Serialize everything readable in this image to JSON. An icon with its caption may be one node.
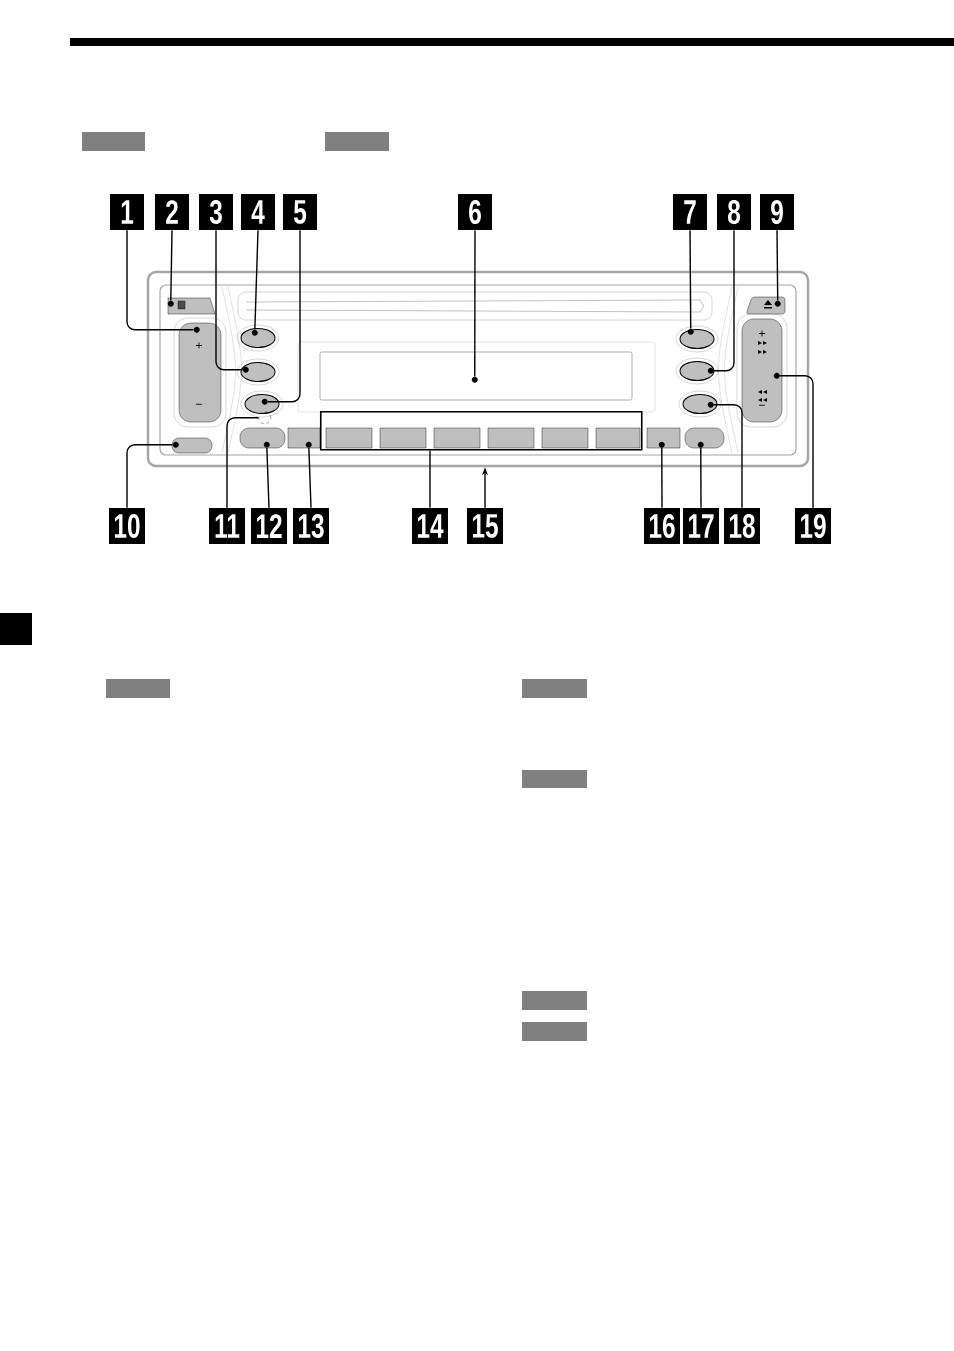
{
  "diagram": {
    "nodes": [
      {
        "text": [
          "1"
        ]
      },
      {
        "text": [
          "2"
        ]
      },
      {
        "text": [
          "3"
        ]
      },
      {
        "text": [
          "4"
        ]
      },
      {
        "text": [
          "5"
        ]
      },
      {
        "text": [
          "6"
        ]
      },
      {
        "text": [
          "7"
        ]
      },
      {
        "text": [
          "8"
        ]
      },
      {
        "text": [
          "9"
        ]
      },
      {
        "text": [
          "10"
        ]
      },
      {
        "text": [
          "11"
        ]
      },
      {
        "text": [
          "12"
        ]
      },
      {
        "text": [
          "13"
        ]
      },
      {
        "text": [
          "14"
        ]
      },
      {
        "text": [
          "15"
        ]
      },
      {
        "text": [
          "16"
        ]
      },
      {
        "text": [
          "17"
        ]
      },
      {
        "text": [
          "18"
        ]
      },
      {
        "text": [
          "19"
        ]
      },
      {
        "text": [],
        "shape": "box"
      },
      {
        "text": [],
        "shape": "circle",
        "in": 19
      },
      {
        "text": [],
        "shape": "circle",
        "in": 19
      },
      {
        "text": [],
        "shape": "circle",
        "in": 19
      },
      {
        "text": [],
        "shape": "circle",
        "in": 19
      },
      {
        "text": [],
        "shape": "circle",
        "in": 19
      },
      {
        "text": [],
        "shape": "circle",
        "in": 19
      },
      {
        "text": [],
        "shape": "circle",
        "in": 19
      },
      {
        "text": [],
        "shape": "circle",
        "in": 19
      },
      {
        "text": [],
        "shape": "circle",
        "in": 19
      },
      {
        "text": [],
        "shape": "circle",
        "in": 19
      },
      {
        "text": [],
        "shape": "circle",
        "in": 19
      },
      {
        "text": [],
        "shape": "circle",
        "in": 19
      },
      {
        "text": [],
        "shape": "circle",
        "in": 19
      },
      {
        "text": [],
        "shape": "box",
        "in": 19
      },
      {
        "text": [],
        "shape": "circle",
        "in": 19
      },
      {
        "text": [],
        "shape": "circle",
        "in": 19
      },
      {
        "text": [],
        "shape": "circle",
        "in": 19
      },
      {
        "text": [],
        "shape": "circle",
        "in": 19
      },
      {
        "text": [],
        "shape": "box"
      }
    ],
    "edges": [
      {
        "from": 0,
        "to": 20,
        "arrow": "none"
      },
      {
        "from": 1,
        "to": 21,
        "arrow": "none"
      },
      {
        "from": 2,
        "to": 22,
        "arrow": "none"
      },
      {
        "from": 3,
        "to": 23,
        "arrow": "none"
      },
      {
        "from": 4,
        "to": 24,
        "arrow": "none"
      },
      {
        "from": 5,
        "to": 25,
        "arrow": "none"
      },
      {
        "from": 6,
        "to": 26,
        "arrow": "none"
      },
      {
        "from": 7,
        "to": 27,
        "arrow": "none"
      },
      {
        "from": 8,
        "to": 28,
        "arrow": "none"
      },
      {
        "from": 9,
        "to": 29,
        "arrow": "none"
      },
      {
        "from": 10,
        "to": 30,
        "arrow": "none"
      },
      {
        "from": 11,
        "to": 31,
        "arrow": "none"
      },
      {
        "from": 12,
        "to": 32,
        "arrow": "none"
      },
      {
        "from": 13,
        "to": 33,
        "arrow": "none"
      },
      {
        "from": 14,
        "to": 19,
        "arrow": "to"
      },
      {
        "from": 15,
        "to": 34,
        "arrow": "none"
      },
      {
        "from": 16,
        "to": 35,
        "arrow": "none"
      },
      {
        "from": 17,
        "to": 36,
        "arrow": "none"
      },
      {
        "from": 18,
        "to": 37,
        "arrow": "none"
      }
    ],
    "labels": [
      "+",
      "−",
      "+",
      "−"
    ]
  }
}
